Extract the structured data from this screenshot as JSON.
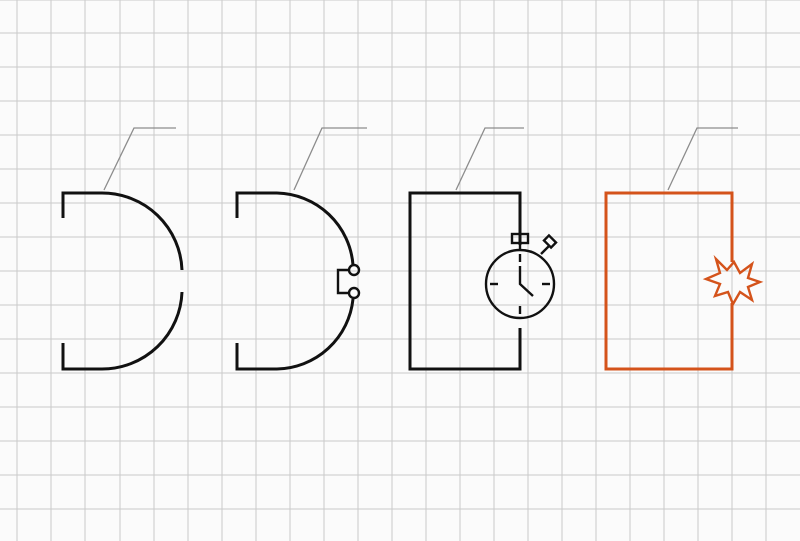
{
  "diagram": {
    "background_color": "#fbfbfb",
    "grid_color": "#c9c9c9",
    "leader_color": "#8c8c8c",
    "line_color": "#111111",
    "accent_color": "#d4531b",
    "symbols": [
      {
        "id": "circuit-open",
        "icon": "open-contact-symbol",
        "color": "#111111"
      },
      {
        "id": "circuit-switch",
        "icon": "contact-switch-symbol",
        "color": "#111111"
      },
      {
        "id": "circuit-timer",
        "icon": "stopwatch-symbol",
        "color": "#111111"
      },
      {
        "id": "circuit-fault",
        "icon": "spark-burst-symbol",
        "color": "#d4531b"
      }
    ]
  }
}
